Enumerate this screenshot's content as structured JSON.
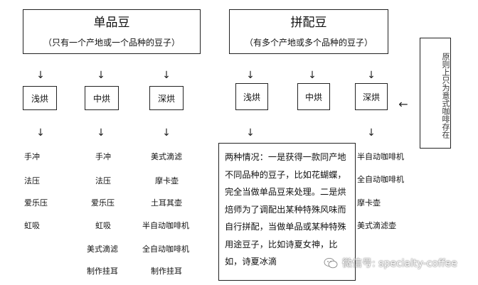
{
  "single_origin": {
    "title": "单品豆",
    "subtitle": "（只有一个产地或一个品种的豆子）",
    "roasts": [
      {
        "label": "浅烘",
        "methods": [
          "手冲",
          "法压",
          "爱乐压",
          "虹吸"
        ]
      },
      {
        "label": "中烘",
        "methods": [
          "手冲",
          "法压",
          "爱乐压",
          "虹吸",
          "美式滴滤",
          "制作挂耳"
        ]
      },
      {
        "label": "深烘",
        "methods": [
          "美式滴滤",
          "摩卡壶",
          "土耳其壶",
          "半自动咖啡机",
          "全自动咖啡机",
          "制作挂耳"
        ]
      }
    ]
  },
  "blend": {
    "title": "拼配豆",
    "subtitle": "（有多个产地或多个品种的豆子）",
    "roasts": [
      {
        "label": "浅烘"
      },
      {
        "label": "中烘"
      },
      {
        "label": "深烘",
        "methods": [
          "半自动咖啡机",
          "全自动咖啡机",
          "摩卡壶",
          "美式滴滤壶"
        ]
      }
    ],
    "description": "两种情况：一是获得一款同产地不同品种的豆子，比如花蝴蝶，完全当做单品豆来处理。二是烘焙师为了调配出某种特殊风味而自行拼配，当做单品或某种特殊用途豆子，比如诗夏女神，比如，诗夏冰滴"
  },
  "side_note": "原则上只为意式咖啡存在",
  "side_arrow": "←",
  "arrow_glyph": "↓",
  "watermark": "微信号: specialty-coffee"
}
